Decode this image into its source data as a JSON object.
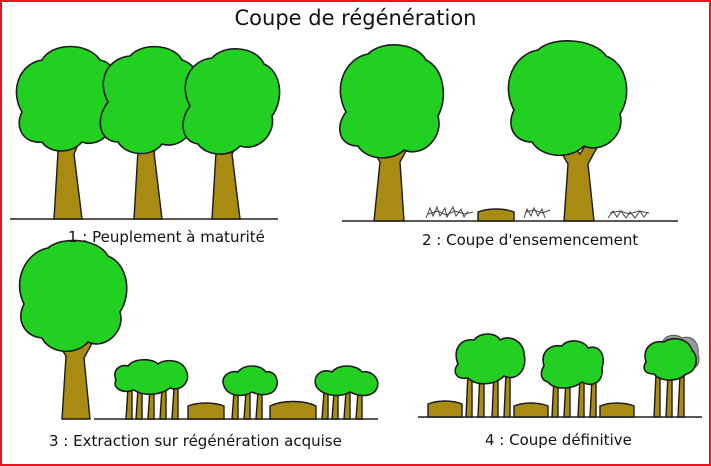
{
  "title": "Coupe de régénération",
  "panels": [
    {
      "caption": "1 : Peuplement à maturité"
    },
    {
      "caption": "2 : Coupe d'ensemencement"
    },
    {
      "caption": "3 : Extraction sur régénération acquise"
    },
    {
      "caption": "4 : Coupe définitive"
    }
  ],
  "colors": {
    "border": "#e8141e",
    "foliage": "#22d022",
    "trunk": "#a98b12"
  }
}
